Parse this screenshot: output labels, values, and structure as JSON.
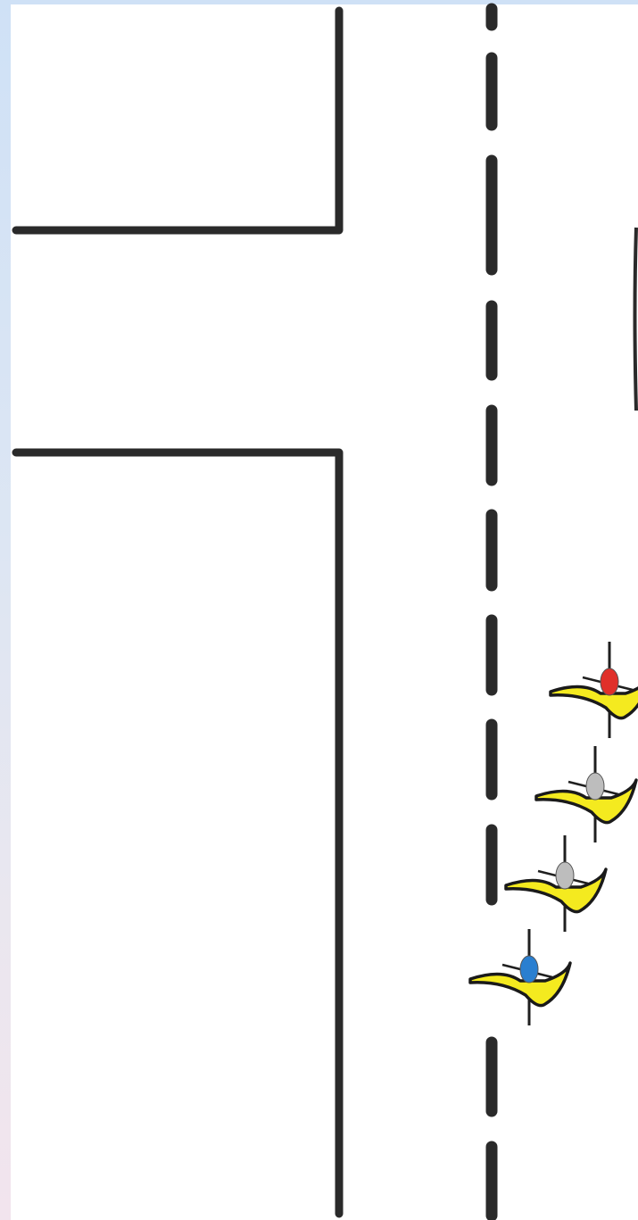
{
  "diagram": {
    "description_visible_text": "",
    "colors": {
      "road_line": "#2a2a2a",
      "boat_hull": "#f4ea1f",
      "hull_outline": "#1a1a1a",
      "paddle": "#1f1f1f",
      "rider_1": "#e0302a",
      "rider_2": "#bdbdbd",
      "rider_3": "#bdbdbd",
      "rider_4": "#2a7fd0"
    },
    "riders": [
      {
        "name": "red",
        "color_key": "rider_1"
      },
      {
        "name": "grey",
        "color_key": "rider_2"
      },
      {
        "name": "grey",
        "color_key": "rider_3"
      },
      {
        "name": "blue",
        "color_key": "rider_4"
      }
    ]
  }
}
